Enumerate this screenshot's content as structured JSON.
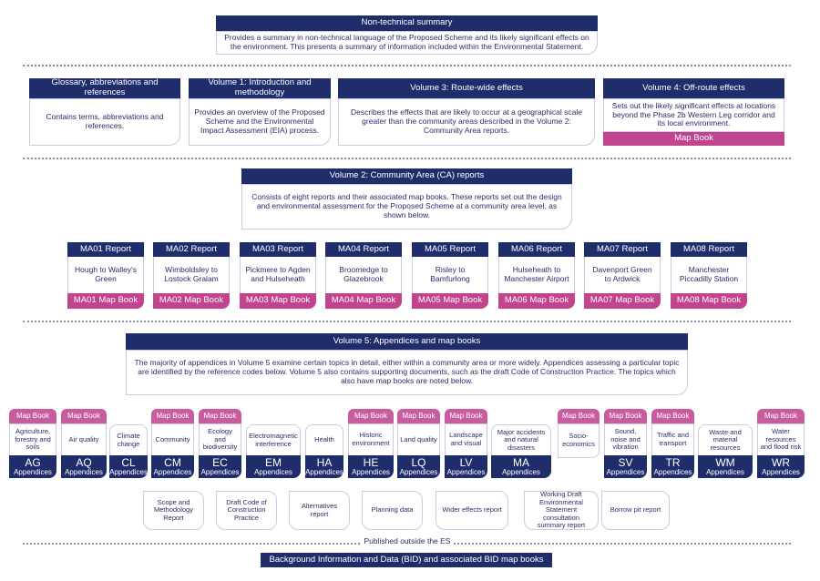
{
  "nts": {
    "title": "Non-technical summary",
    "desc": "Provides a summary in non-technical language of the Proposed Scheme and its likely significant effects on the environment. This presents a summary of information included within the Environmental Statement."
  },
  "volumes_top": [
    {
      "title": "Glossary, abbreviations and references",
      "desc": "Contains terms, abbreviations and references.",
      "map_book": ""
    },
    {
      "title": "Volume 1: Introduction and methodology",
      "desc": "Provides an overview of the Proposed Scheme and the Environmental Impact Assessment (EIA) process.",
      "map_book": ""
    },
    {
      "title": "Volume 3: Route-wide effects",
      "desc": "Describes the effects that are likely to occur at a geographical scale greater than the community areas described in the Volume 2: Community Area reports.",
      "map_book": ""
    },
    {
      "title": "Volume 4: Off-route effects",
      "desc": "Sets out the likely significant effects at locations beyond the Phase 2b Western Leg corridor and its local environment.",
      "map_book": "Map Book"
    }
  ],
  "vol2": {
    "title": "Volume 2: Community Area (CA) reports",
    "desc": "Consists of eight reports and their associated map books. These reports set out the design and environmental assessment for the Proposed Scheme at a community area level, as shown below."
  },
  "community_areas": [
    {
      "report": "MA01 Report",
      "name": "Hough to Walley's Green",
      "map_book": "MA01 Map Book"
    },
    {
      "report": "MA02 Report",
      "name": "Wimboldsley to Lostock Gralam",
      "map_book": "MA02 Map Book"
    },
    {
      "report": "MA03 Report",
      "name": "Pickmere to Agden and Hulseheath",
      "map_book": "MA03 Map Book"
    },
    {
      "report": "MA04 Report",
      "name": "Broomedge to Glazebrook",
      "map_book": "MA04 Map Book"
    },
    {
      "report": "MA05 Report",
      "name": "Risley to Bamfurlong",
      "map_book": "MA05 Map Book"
    },
    {
      "report": "MA06 Report",
      "name": "Hulseheath to Manchester Airport",
      "map_book": "MA06 Map Book"
    },
    {
      "report": "MA07 Report",
      "name": "Davenport Green to Ardwick",
      "map_book": "MA07 Map Book"
    },
    {
      "report": "MA08 Report",
      "name": "Manchester Piccadilly Station",
      "map_book": "MA08 Map Book"
    }
  ],
  "vol5": {
    "title": "Volume 5: Appendices and map books",
    "desc": "The majority of appendices in Volume 5 examine certain topics in detail, either within a community area or more widely. Appendices assessing a particular topic are identified by the reference codes below. Volume 5 also contains supporting documents, such as the draft Code of Construction Practice. The topics which also have map books are noted below."
  },
  "appendices_label": "Appendices",
  "map_book_label": "Map Book",
  "topics": [
    {
      "code": "AG",
      "label": "Agriculture, forestry and soils",
      "map": true
    },
    {
      "code": "AQ",
      "label": "Air quality",
      "map": true
    },
    {
      "code": "CL",
      "label": "Climate change",
      "map": false
    },
    {
      "code": "CM",
      "label": "Community",
      "map": true
    },
    {
      "code": "EC",
      "label": "Ecology and biodiversity",
      "map": true
    },
    {
      "code": "EM",
      "label": "Electromagnetic interference",
      "map": false
    },
    {
      "code": "HA",
      "label": "Health",
      "map": false
    },
    {
      "code": "HE",
      "label": "Historic environment",
      "map": true
    },
    {
      "code": "LQ",
      "label": "Land quality",
      "map": true
    },
    {
      "code": "LV",
      "label": "Landscape and visual",
      "map": true
    },
    {
      "code": "MA",
      "label": "Major accidents and natural disasters",
      "map": false
    },
    {
      "code": "",
      "label": "Socio-economics",
      "map": true
    },
    {
      "code": "SV",
      "label": "Sound, noise and vibration",
      "map": true
    },
    {
      "code": "TR",
      "label": "Traffic and transport",
      "map": true
    },
    {
      "code": "WM",
      "label": "Waste and material resources",
      "map": false
    },
    {
      "code": "WR",
      "label": "Water resources and flood risk",
      "map": true
    }
  ],
  "supporting": [
    "Scope and Methodology Report",
    "Draft Code of Construction Practice",
    "Alternatives report",
    "Planning data",
    "Wider effects report",
    "Working Draft Environmental Statement consultation summary report",
    "Borrow pit report"
  ],
  "published_outside": "Published outside the ES",
  "bid": "Background Information and Data (BID) and associated BID map books",
  "colors": {
    "navy": "#1f2d6b",
    "pink": "#c2448f",
    "text": "#2b2b6b",
    "border": "#c9ccdc"
  }
}
